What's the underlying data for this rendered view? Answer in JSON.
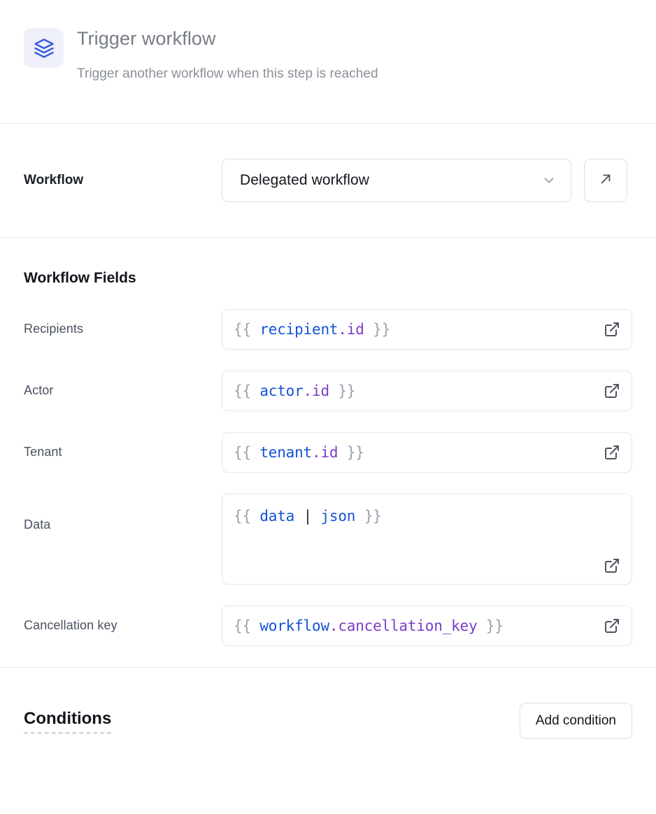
{
  "header": {
    "icon": "layers-icon",
    "title": "Trigger workflow",
    "subtitle": "Trigger another workflow when this step is reached",
    "icon_color": "#3b5bdb",
    "icon_bg": "#eef1fb"
  },
  "workflow_section": {
    "label": "Workflow",
    "select": {
      "value": "Delegated workflow",
      "chevron_icon": "chevron-down-icon",
      "options": [
        "Delegated workflow"
      ]
    },
    "open_button_icon": "arrow-up-right-icon"
  },
  "fields_section": {
    "title": "Workflow Fields",
    "expand_icon": "external-link-icon",
    "fields": [
      {
        "label": "Recipients",
        "multiline": false,
        "tokens": [
          {
            "t": "{{ ",
            "c": "gray"
          },
          {
            "t": "recipient",
            "c": "blue"
          },
          {
            "t": ".id",
            "c": "purple"
          },
          {
            "t": " }}",
            "c": "gray"
          }
        ],
        "value": "{{ recipient.id }}"
      },
      {
        "label": "Actor",
        "multiline": false,
        "tokens": [
          {
            "t": "{{ ",
            "c": "gray"
          },
          {
            "t": "actor",
            "c": "blue"
          },
          {
            "t": ".id",
            "c": "purple"
          },
          {
            "t": " }}",
            "c": "gray"
          }
        ],
        "value": "{{ actor.id }}"
      },
      {
        "label": "Tenant",
        "multiline": false,
        "tokens": [
          {
            "t": "{{ ",
            "c": "gray"
          },
          {
            "t": "tenant",
            "c": "blue"
          },
          {
            "t": ".id",
            "c": "purple"
          },
          {
            "t": " }}",
            "c": "gray"
          }
        ],
        "value": "{{ tenant.id }}"
      },
      {
        "label": "Data",
        "multiline": true,
        "tokens": [
          {
            "t": "{{ ",
            "c": "gray"
          },
          {
            "t": "data",
            "c": "blue"
          },
          {
            "t": " | ",
            "c": "dark"
          },
          {
            "t": "json",
            "c": "blue"
          },
          {
            "t": " }}",
            "c": "gray"
          }
        ],
        "value": "{{ data | json }}"
      },
      {
        "label": "Cancellation key",
        "multiline": false,
        "tokens": [
          {
            "t": "{{ ",
            "c": "gray"
          },
          {
            "t": "workflow",
            "c": "blue"
          },
          {
            "t": ".cancellation_key",
            "c": "purple"
          },
          {
            "t": " }}",
            "c": "gray"
          }
        ],
        "value": "{{ workflow.cancellation_key }}"
      }
    ]
  },
  "conditions_section": {
    "title": "Conditions",
    "add_button_label": "Add condition"
  },
  "colors": {
    "code_blue": "#1253d4",
    "code_purple": "#7a3ec8",
    "code_gray": "#9aa0ab",
    "border": "#e4e6ec",
    "divider": "#e8e9ee",
    "label": "#4a5160",
    "heading": "#12151b",
    "muted_title": "#767c86"
  }
}
